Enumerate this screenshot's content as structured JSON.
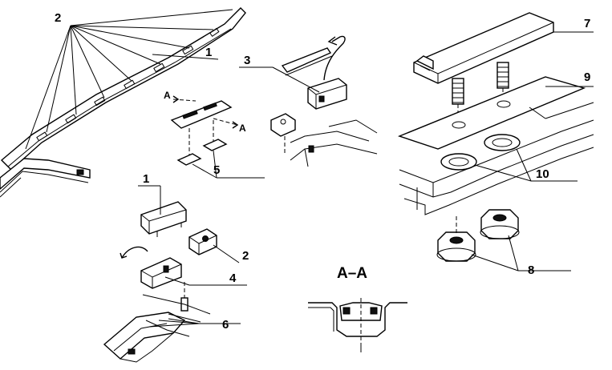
{
  "callouts": {
    "c1_top": "1",
    "c2_top": "2",
    "c3": "3",
    "c4": "4",
    "c5": "5",
    "c6": "6",
    "c7": "7",
    "c8": "8",
    "c9": "9",
    "c10": "10",
    "c1_mid": "1",
    "c2_mid": "2"
  },
  "section": {
    "marker_left": "A",
    "marker_right": "A",
    "title": "A–A"
  }
}
